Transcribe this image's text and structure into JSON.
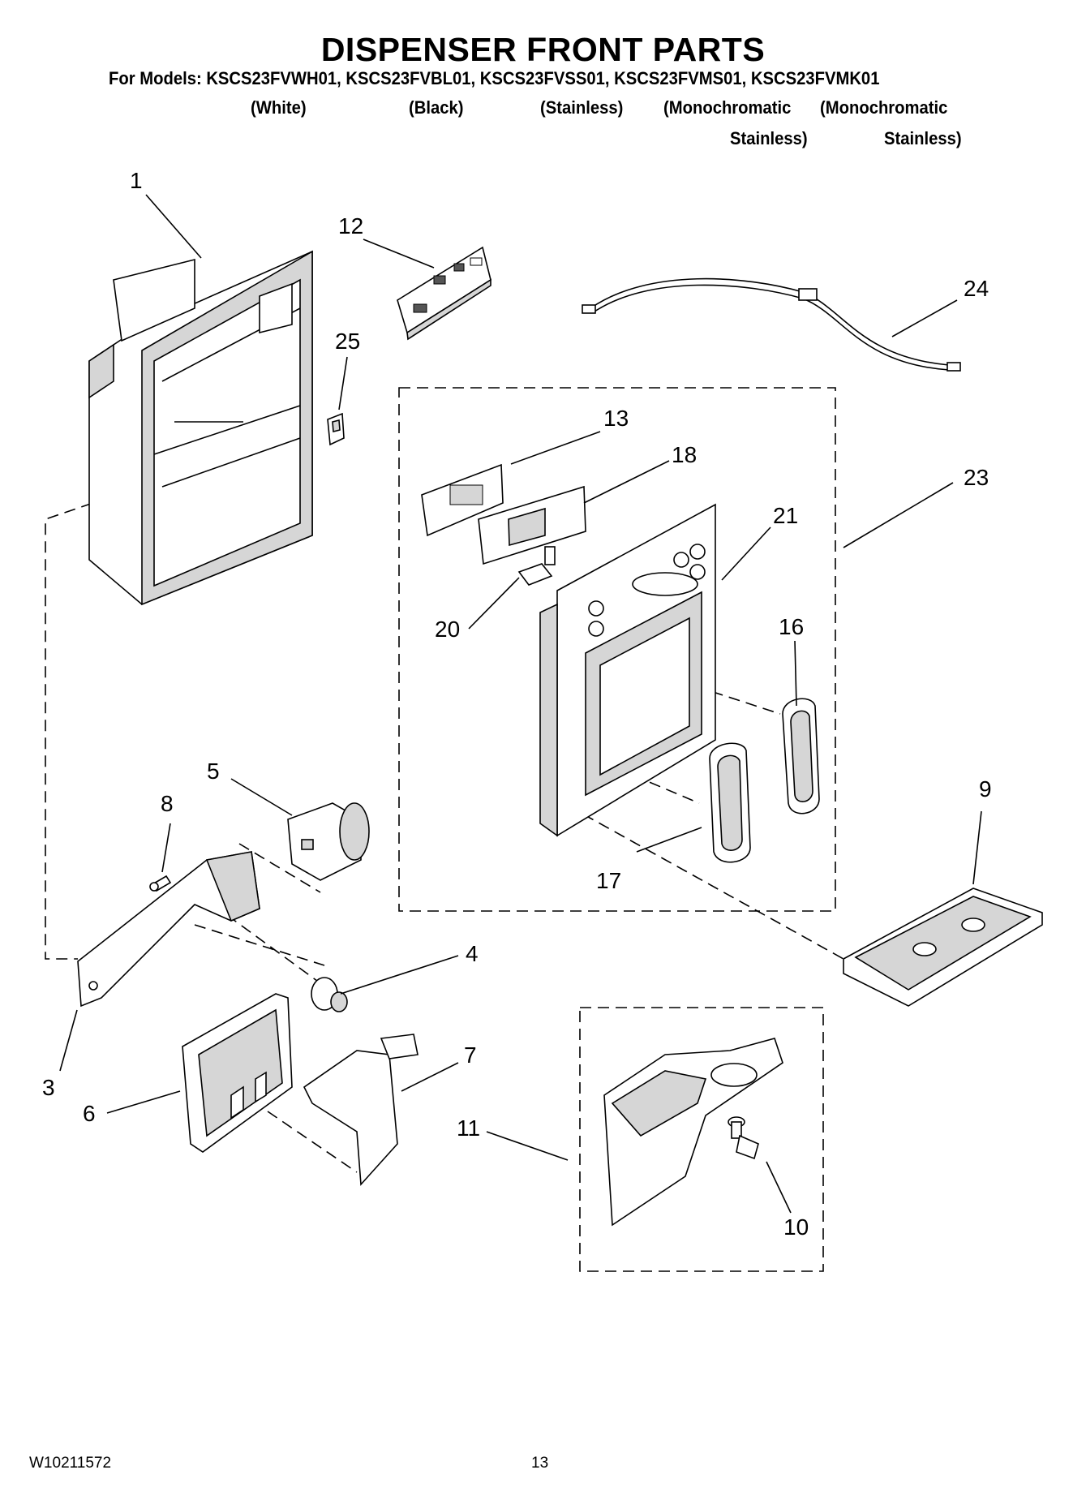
{
  "header": {
    "title": "DISPENSER FRONT PARTS",
    "models_line": "For Models: KSCS23FVWH01, KSCS23FVBL01, KSCS23FVSS01, KSCS23FVMS01, KSCS23FVMK01",
    "variants": {
      "white": "(White)",
      "black": "(Black)",
      "stainless": "(Stainless)",
      "mono1": "(Monochromatic",
      "mono2": "(Monochromatic",
      "stainless_close1": "Stainless)",
      "stainless_close2": "Stainless)"
    }
  },
  "callouts": {
    "c1": "1",
    "c3": "3",
    "c4": "4",
    "c5": "5",
    "c6": "6",
    "c7": "7",
    "c8": "8",
    "c9": "9",
    "c10": "10",
    "c11": "11",
    "c12": "12",
    "c13": "13",
    "c16": "16",
    "c17": "17",
    "c18": "18",
    "c20": "20",
    "c21": "21",
    "c23": "23",
    "c24": "24",
    "c25": "25"
  },
  "footer": {
    "doc_number": "W10211572",
    "page_number": "13"
  }
}
